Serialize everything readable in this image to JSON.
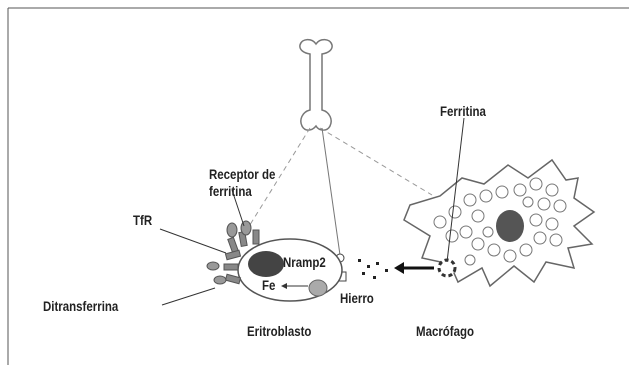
{
  "labels": {
    "ferritina": "Ferritina",
    "receptor_line1": "Receptor de",
    "receptor_line2": "ferritina",
    "tfr": "TfR",
    "nramp2": "Nramp2",
    "fe": "Fe",
    "hierro": "Hierro",
    "ditransferrina": "Ditransferrina",
    "eritroblasto": "Eritroblasto",
    "macrofago": "Macrófago"
  }
}
